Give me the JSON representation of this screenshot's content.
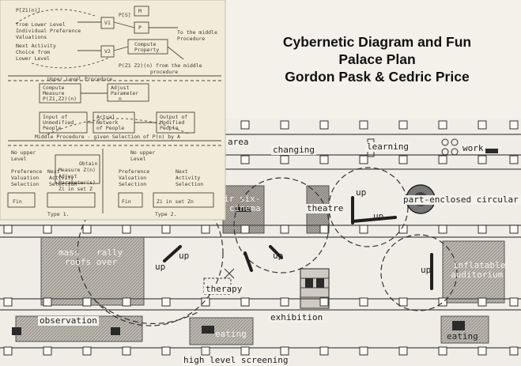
{
  "title_lines": [
    "Cybernetic Diagram and Fun",
    "Palace Plan",
    "Gordon Pask & Cedric Price"
  ],
  "plan_labels": {
    "area": "area",
    "changing": "changing",
    "learning": "learning",
    "work": "work",
    "up_theatre": "up",
    "six_cinema_a": "ir  six-",
    "six_cinema_b": "cinema",
    "theatre": "theatre",
    "up_center": "up",
    "circular_cinema": "part-enclosed circular cinema",
    "mass": "mass",
    "rally": "rally",
    "roofs_over": "roofs over",
    "up_left": "up",
    "up_mid": "up",
    "up_far_left": "up",
    "up_right": "up",
    "inflatable": "inflatable",
    "auditorium": "auditorium",
    "therapy": "therapy",
    "observation": "observation",
    "exhibition": "exhibition",
    "eating_mid": "eating",
    "eating_right": "eating",
    "high_level_screening": "high level screening"
  },
  "diagram_text": {
    "p1": "P[Z1(n)]",
    "p2": "from Lower Level",
    "p3": "Individual Preference",
    "p4": "Valuations",
    "p5": "Next Activity",
    "p6": "Choice from",
    "p7": "Lower Level",
    "v1": "V1",
    "v2": "V2",
    "m": "M",
    "p": "P",
    "ps": "P[S]",
    "mid1": "To the middle",
    "mid2": "Procedure",
    "cp1": "Compute",
    "cp2": "Property",
    "fm": "P(Z1 Z2)(n) from the middle",
    "fm2": "procedure",
    "ulp": "Upper Level Procedure",
    "cm1": "Compute",
    "cm2": "Measure",
    "cm3": "P(Z1,Z2)(n)",
    "ap1": "Adjust",
    "ap2": "Parameter",
    "ap3": "n",
    "iu1": "Input of",
    "iu2": "Unmodified",
    "iu3": "People",
    "an1": "Actual",
    "an2": "Network",
    "an3": "of People",
    "om1": "Output of",
    "om2": "Modified",
    "om3": "People",
    "midproc": "Middle Procedure - given Selection of P(n) by A",
    "lt1": "No upper",
    "lt2": "Level",
    "lt3": "Preference",
    "lt4": "Valuation",
    "lt5": "Selection",
    "ln1": "Next",
    "ln2": "Activity",
    "ln3": "Selection",
    "ob1": "Obtain",
    "ob2": "Measure Z(n)",
    "ob3": "Adjust",
    "ob4": "Parameter(s)",
    "ob5": "Zi in set Z",
    "rt1": "No upper",
    "rt2": "Level",
    "rt3": "Preference",
    "rt4": "Valuation",
    "rt5": "Selection",
    "rn1": "Next",
    "rn2": "Activity",
    "rn3": "Selection",
    "rs": "Zi in set Zn",
    "fin1": "Fin",
    "fin2": "Fin",
    "type1": "Type 1.",
    "type2": "Type 2."
  }
}
